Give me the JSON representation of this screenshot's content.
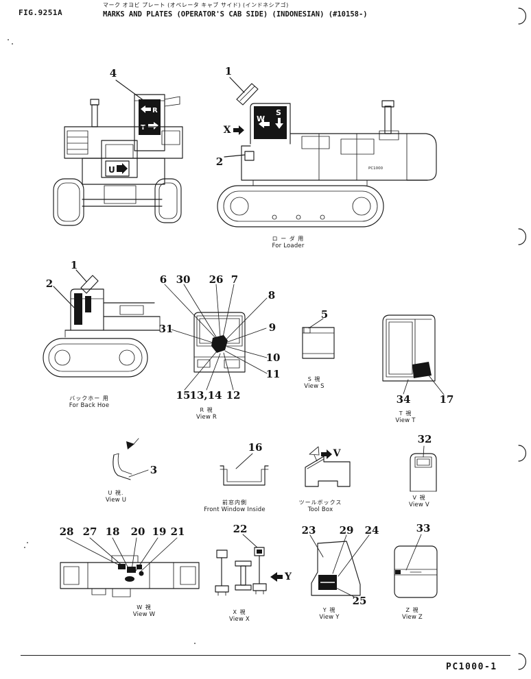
{
  "header": {
    "fig_number": "FIG.9251A",
    "title_jp": "マーク オヨビ プレート (オペレータ キャブ サイド) (インドネシアゴ)",
    "title_en": "MARKS AND PLATES (OPERATOR'S CAB SIDE) (INDONESIAN) (#10158-)"
  },
  "footer": {
    "doc_number": "PC1000-1"
  },
  "loader_front": {
    "callout_4": "4",
    "decal_r": "R",
    "decal_t": "T",
    "decal_u": "U"
  },
  "loader_side": {
    "callout_1": "1",
    "callout_2": "2",
    "view_x_marker": "X",
    "decal_w": "W",
    "decal_s": "S",
    "body_label": "PC1000",
    "caption_jp": "ロ ー ダ 用",
    "caption_en": "For Loader"
  },
  "backhoe": {
    "callout_1": "1",
    "callout_2": "2",
    "caption_jp": "バックホー 用",
    "caption_en": "For Back Hoe"
  },
  "view_r": {
    "c6": "6",
    "c30": "30",
    "c26": "26",
    "c7": "7",
    "c8": "8",
    "c31": "31",
    "c9": "9",
    "c10": "10",
    "c11": "11",
    "c15": "15",
    "c13_14": "13,14",
    "c12": "12",
    "caption_jp": "R  視",
    "caption_en": "View R"
  },
  "view_s": {
    "c5": "5",
    "caption_jp": "S  視",
    "caption_en": "View S"
  },
  "view_t": {
    "c34": "34",
    "c17": "17",
    "caption_jp": "T  視",
    "caption_en": "View T"
  },
  "view_u": {
    "c3": "3",
    "caption_jp": "U  視.",
    "caption_en": "View U"
  },
  "front_window": {
    "c16": "16",
    "caption_jp": "前窓内側",
    "caption_en": "Front Window Inside"
  },
  "tool_box": {
    "view_v_marker": "V",
    "caption_jp": "ツールボックス",
    "caption_en": "Tool Box"
  },
  "view_v": {
    "c32": "32",
    "caption_jp": "V  視",
    "caption_en": "View V"
  },
  "view_w": {
    "c28": "28",
    "c27": "27",
    "c18": "18",
    "c20": "20",
    "c19": "19",
    "c21": "21",
    "caption_jp": "W  視",
    "caption_en": "View W"
  },
  "view_x": {
    "c22": "22",
    "view_y_marker": "Y",
    "caption_jp": "X  視",
    "caption_en": "View X"
  },
  "view_y": {
    "c23": "23",
    "c29": "29",
    "c24": "24",
    "c25": "25",
    "caption_jp": "Y  視",
    "caption_en": "View Y"
  },
  "view_z": {
    "c33": "33",
    "caption_jp": "Z  視",
    "caption_en": "View Z"
  }
}
